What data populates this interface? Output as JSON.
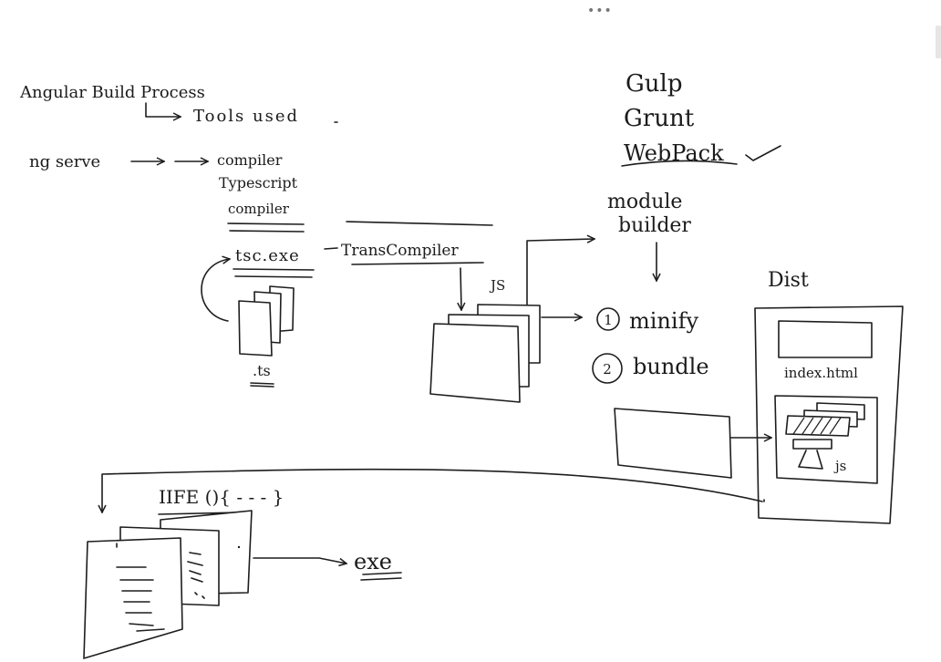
{
  "toolbar": {
    "menu_glyph": "•••"
  },
  "diagram": {
    "title": "Angular Build Process",
    "tools_used": "Tools used",
    "ng_serve": "ng serve",
    "compiler": "compiler",
    "typescript": "Typescript",
    "compiler2": "compiler",
    "tsc_exe": "tsc.exe",
    "transcompiler": "TransCompiler",
    "ts_label": ".ts",
    "js_label": "JS",
    "gulp": "Gulp",
    "grunt": "Grunt",
    "webpack": "WebPack",
    "module": "module",
    "builder": "builder",
    "step1_num": "1",
    "step1": "minify",
    "step2_num": "2",
    "step2": "bundle",
    "dist": "Dist",
    "index_html": "index.html",
    "js_small": "js",
    "iife": "IIFE (){ - - - }",
    "exe": "exe"
  }
}
